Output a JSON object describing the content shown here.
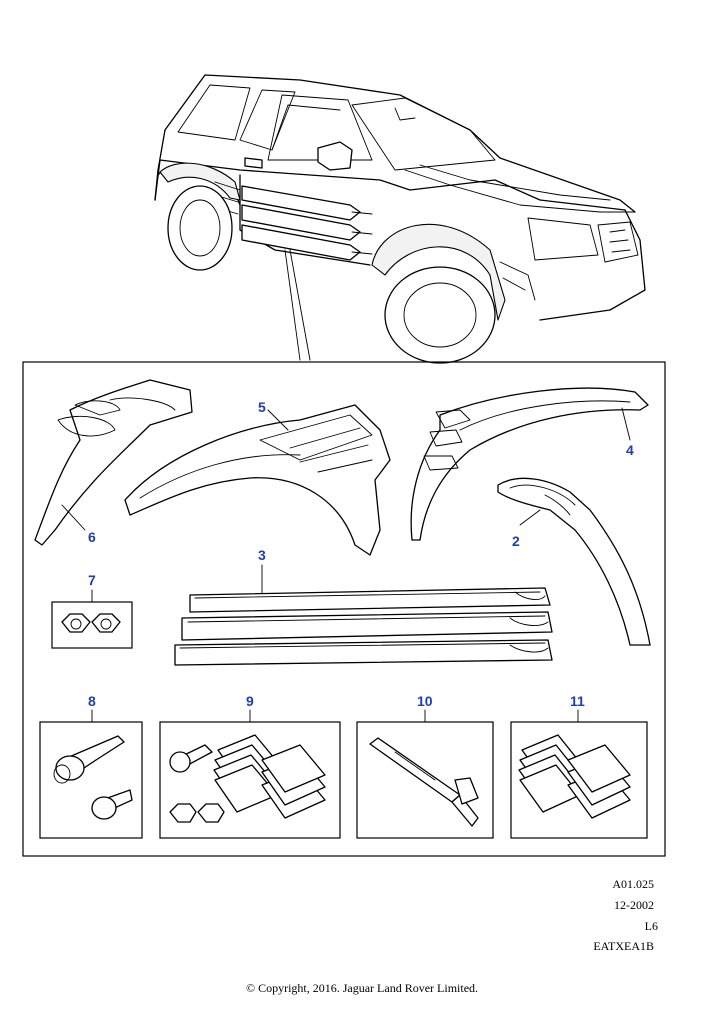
{
  "diagram": {
    "callouts": [
      {
        "label": "5"
      },
      {
        "label": "4"
      },
      {
        "label": "6"
      },
      {
        "label": "2"
      },
      {
        "label": "7"
      },
      {
        "label": "3"
      },
      {
        "label": "8"
      },
      {
        "label": "9"
      },
      {
        "label": "10"
      },
      {
        "label": "11"
      }
    ]
  },
  "reference": {
    "code": "A01.025",
    "date": "12-2002",
    "level": "L6",
    "id": "EATXEA1B"
  },
  "copyright": "© Copyright, 2016. Jaguar Land Rover Limited."
}
